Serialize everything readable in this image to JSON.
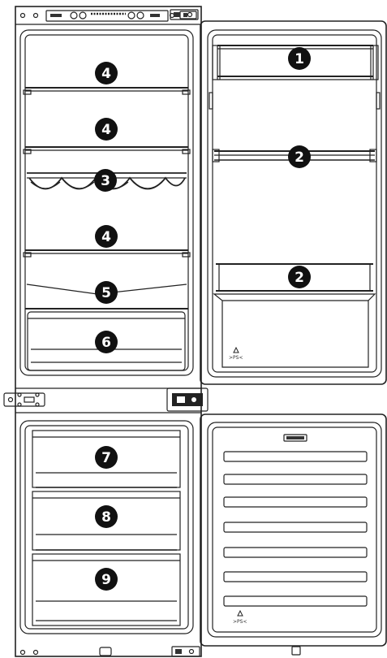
{
  "diagram": {
    "callouts": [
      {
        "id": "1",
        "label": "1"
      },
      {
        "id": "2a",
        "label": "2"
      },
      {
        "id": "2b",
        "label": "2"
      },
      {
        "id": "3",
        "label": "3"
      },
      {
        "id": "4a",
        "label": "4"
      },
      {
        "id": "4b",
        "label": "4"
      },
      {
        "id": "4c",
        "label": "4"
      },
      {
        "id": "5",
        "label": "5"
      },
      {
        "id": "6",
        "label": "6"
      },
      {
        "id": "7",
        "label": "7"
      },
      {
        "id": "8",
        "label": "8"
      },
      {
        "id": "9",
        "label": "9"
      }
    ],
    "markings": {
      "recycle_fridge": ">PS<",
      "recycle_freezer": ">PS<"
    },
    "icons": [
      "control-panel-icon",
      "recycle-icon",
      "hinge-icon"
    ],
    "colors": {
      "line": "#222222",
      "callout": "#111111",
      "background": "#ffffff"
    }
  }
}
